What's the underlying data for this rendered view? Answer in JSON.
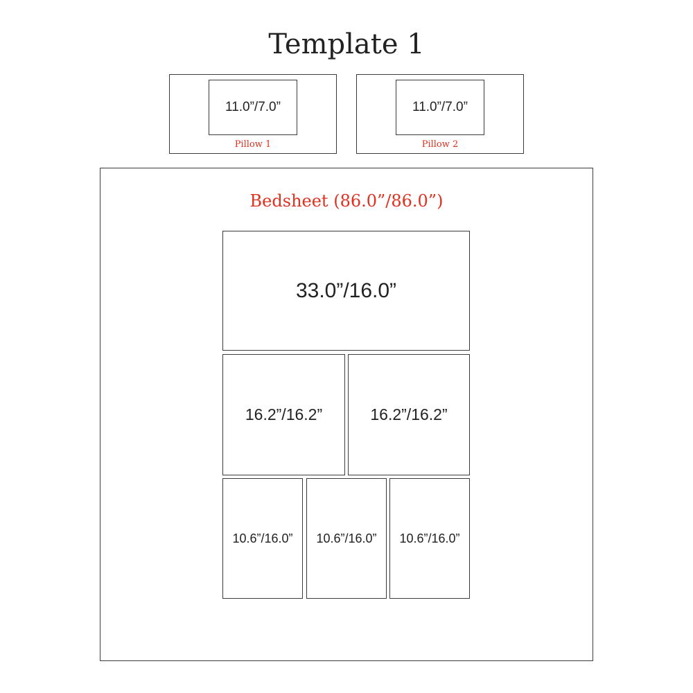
{
  "title": "Template 1",
  "accent_color": "#e0301e",
  "pillows": [
    {
      "size": "11.0”/7.0”",
      "label": "Pillow 1"
    },
    {
      "size": "11.0”/7.0”",
      "label": "Pillow 2"
    }
  ],
  "bedsheet": {
    "label": "Bedsheet (86.0”/86.0”)",
    "panels": [
      "33.0”/16.0”",
      "16.2”/16.2”",
      "16.2”/16.2”",
      "10.6”/16.0”",
      "10.6”/16.0”",
      "10.6”/16.0”"
    ]
  }
}
